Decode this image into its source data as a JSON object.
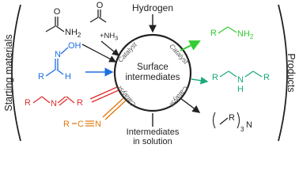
{
  "labels": {
    "starting_materials": "Starting materials",
    "products": "Products",
    "hydrogen": "Hydrogen",
    "nh3": "+NH",
    "nh3_sub": "3",
    "surface_line1": "Surface",
    "surface_line2": "intermediates",
    "catalyst": "Catalyst",
    "solution_line1": "Intermediates",
    "solution_line2": "in solution"
  },
  "atoms": {
    "O": "O",
    "NH2": "NH",
    "NH2_sub": "2",
    "H": "H",
    "N": "N",
    "OH": "OH",
    "R": "R",
    "C": "C",
    "three": "3"
  },
  "colors": {
    "black": "#222222",
    "blue": "#1e6fe0",
    "red": "#e03030",
    "orange": "#e07a10",
    "green": "#33cc33",
    "teal": "#1aaa7a",
    "gray": "#666666"
  }
}
